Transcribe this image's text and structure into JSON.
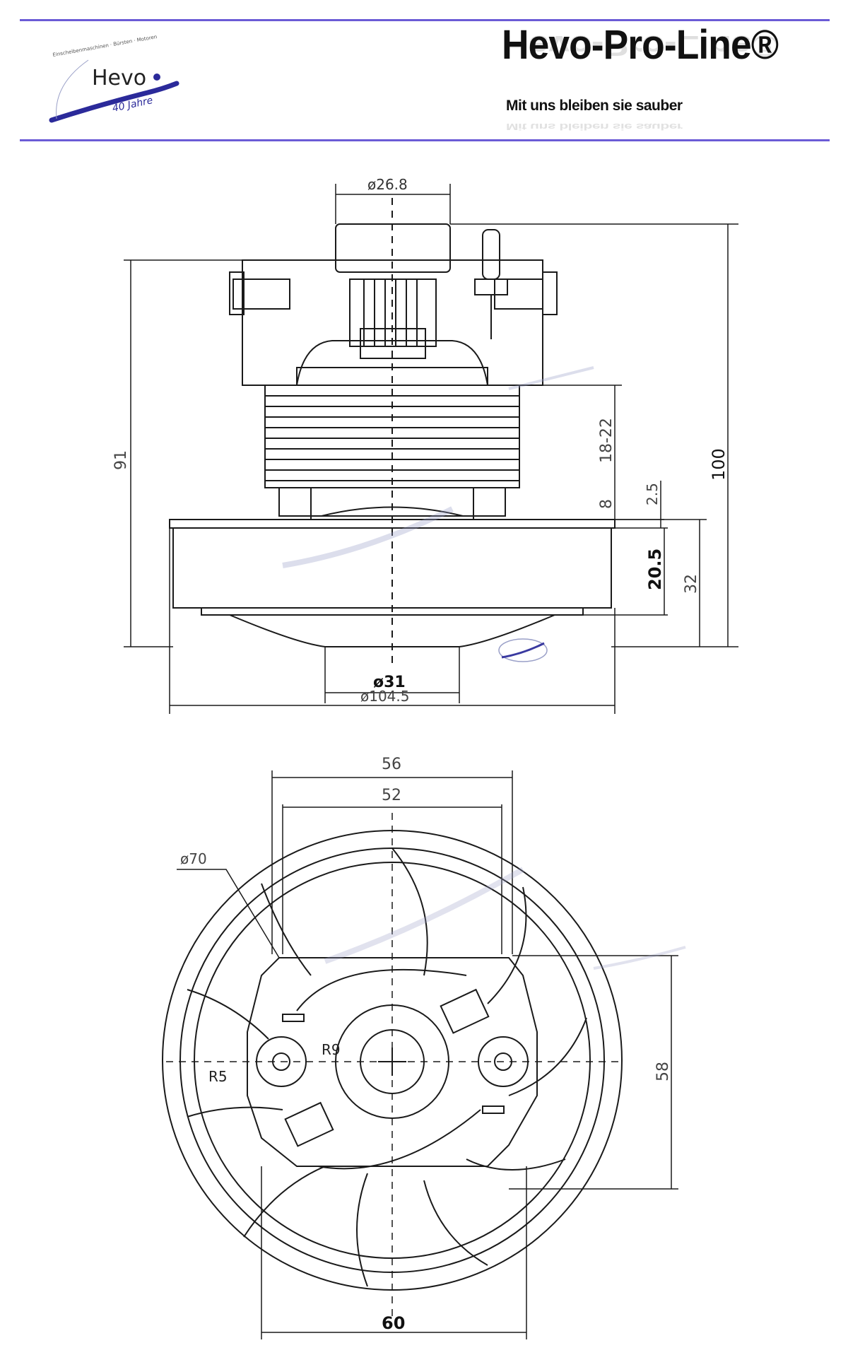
{
  "header": {
    "logo_text": "Hevo",
    "logo_arc_text": "Einscheibenmaschinen · Bürsten · Motoren",
    "logo_anniv": "40 Jahre",
    "brand_title": "Hevo-Pro-Line®",
    "brand_tagline": "Mit uns bleiben sie sauber"
  },
  "side_view": {
    "dim_top_diameter": "ø26.8",
    "dim_overall_height": "100",
    "dim_body_height": "91",
    "dim_winding": "18-22",
    "dim_eight": "8",
    "dim_two_five": "2.5",
    "dim_fan_height": "20.5",
    "dim_fan_total": "32",
    "dim_inlet_diameter": "ø31",
    "dim_fan_diameter": "ø104.5"
  },
  "bottom_view": {
    "dim_width_outer": "56",
    "dim_width_inner": "52",
    "dim_ring_diameter": "ø70",
    "dim_r5": "R5",
    "dim_r9": "R9",
    "dim_height_58": "58",
    "dim_width_60": "60"
  },
  "colors": {
    "accent": "#6b5bd6",
    "line": "#1a1a1a",
    "watermark": "#9aa0c8"
  }
}
